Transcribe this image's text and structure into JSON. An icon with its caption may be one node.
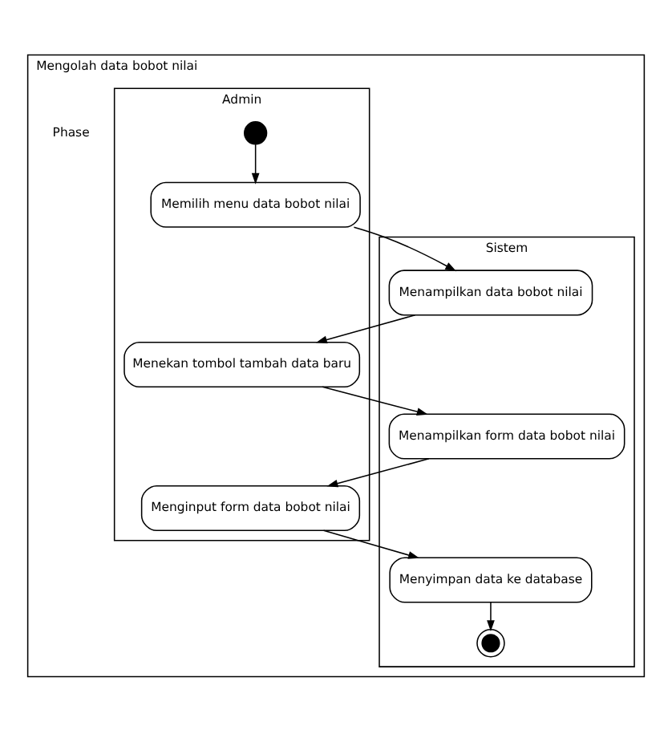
{
  "diagram": {
    "nodes": [
      {
        "text": [
          "Mengolah data bobot nilai"
        ]
      },
      {
        "text": [
          "Admin"
        ],
        "in": 0
      },
      {
        "text": [
          "Sistem"
        ],
        "in": 0
      },
      {
        "text": [],
        "shape": "circle",
        "in": 1
      },
      {
        "text": [
          "Memilih menu data bobot nilai"
        ],
        "in": 1
      },
      {
        "text": [
          "Menampilkan data bobot nilai"
        ],
        "in": 2
      },
      {
        "text": [
          "Menekan tombol tambah data baru"
        ],
        "in": 1
      },
      {
        "text": [
          "Menampilkan form data bobot nilai"
        ],
        "in": 2
      },
      {
        "text": [
          "Menginput form data bobot nilai"
        ],
        "in": 1
      },
      {
        "text": [
          "Menyimpan data ke database"
        ],
        "in": 2
      },
      {
        "text": [],
        "shape": "bullseye",
        "in": 2
      }
    ],
    "edges": [
      {
        "from": 3,
        "to": 4,
        "arrow": "to"
      },
      {
        "from": 4,
        "to": 5,
        "arrow": "to"
      },
      {
        "from": 5,
        "to": 6,
        "arrow": "to"
      },
      {
        "from": 6,
        "to": 7,
        "arrow": "to"
      },
      {
        "from": 7,
        "to": 8,
        "arrow": "to"
      },
      {
        "from": 8,
        "to": 9,
        "arrow": "to"
      },
      {
        "from": 9,
        "to": 10,
        "arrow": "to"
      }
    ],
    "labels": [
      "Phase"
    ]
  }
}
